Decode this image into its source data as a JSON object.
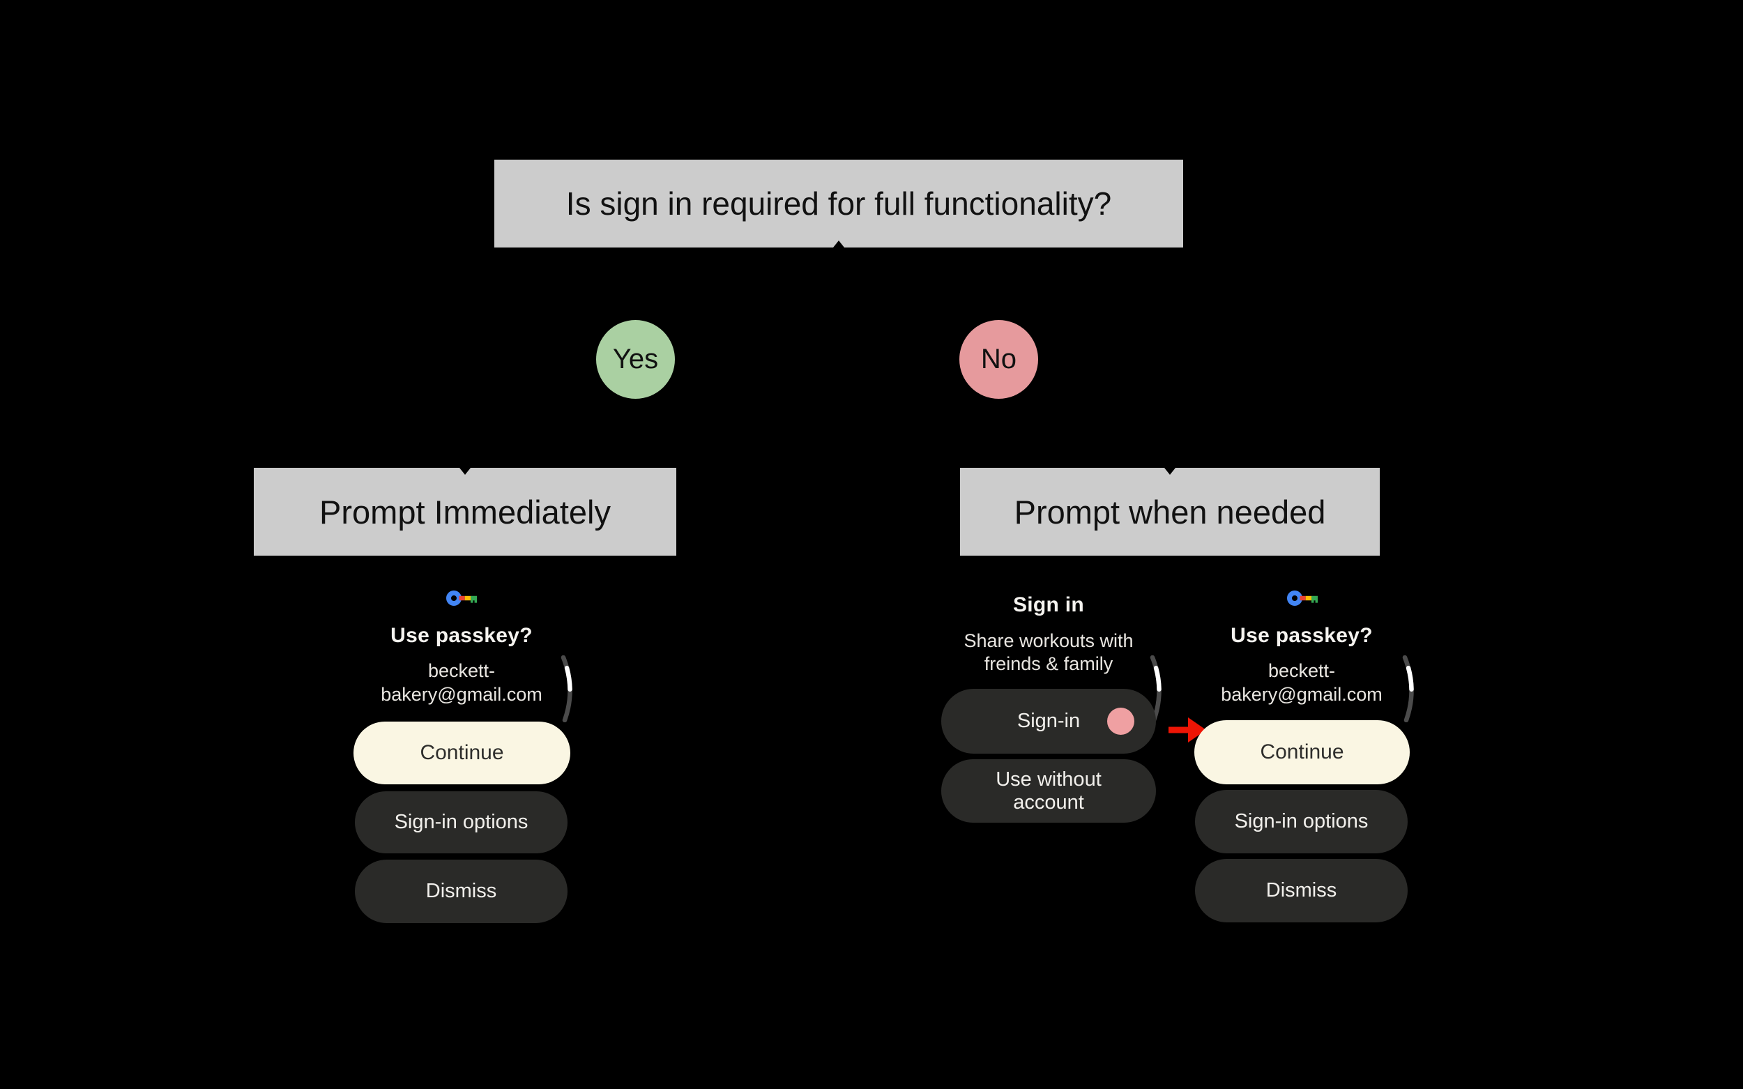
{
  "diagram": {
    "title": "Is sign in required for full functionality?",
    "yes": "Yes",
    "no": "No",
    "left_branch": "Prompt Immediately",
    "right_branch": "Prompt when needed"
  },
  "left_watch": {
    "icon": "passkey-icon",
    "heading": "Use passkey?",
    "email": "beckett-bakery@gmail.com",
    "continue_label": "Continue",
    "signin_options_label": "Sign-in options",
    "dismiss_label": "Dismiss"
  },
  "signin_watch": {
    "heading": "Sign in",
    "subtitle": "Share workouts with freinds & family",
    "signin_label": "Sign-in",
    "use_without_account_label": "Use without account",
    "tap_indicator": "pink-tap-dot"
  },
  "right_watch": {
    "icon": "passkey-icon",
    "heading": "Use passkey?",
    "email": "beckett-bakery@gmail.com",
    "continue_label": "Continue",
    "signin_options_label": "Sign-in options",
    "dismiss_label": "Dismiss"
  },
  "annotations": {
    "red_arrow": "points-to-continue-button"
  },
  "colors": {
    "background": "#000000",
    "node_gray": "#cccccc",
    "yes_green": "#aad0a2",
    "no_pink": "#e69a9d",
    "primary_button_cream": "#faf6e3",
    "secondary_button_dark": "#2a2a28",
    "tap_dot_pink": "#efa0a2",
    "arrow_red": "#ee1505",
    "passkey_blue": "#4285f4",
    "passkey_red": "#ea4335",
    "passkey_yellow": "#fbbc05",
    "passkey_green": "#34a853"
  }
}
